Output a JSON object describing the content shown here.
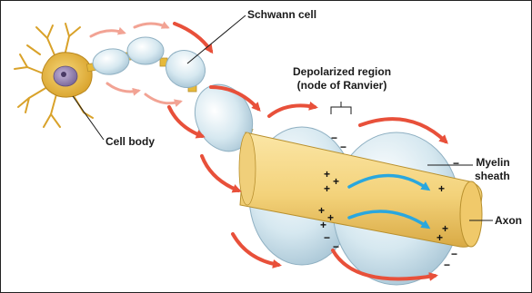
{
  "labels": {
    "schwann_cell": "Schwann cell",
    "depolarized_line1": "Depolarized region",
    "depolarized_line2": "(node of Ranvier)",
    "cell_body": "Cell body",
    "myelin_line1": "Myelin",
    "myelin_line2": "sheath",
    "axon": "Axon"
  },
  "colors": {
    "myelin": "#d6e8f0",
    "myelin_edge": "#8fb0c2",
    "axon": "#f3d27a",
    "axon_edge": "#b8902e",
    "neuron_body": "#e6b93a",
    "nucleus": "#8a79a8",
    "current_arrow": "#e8503a",
    "internal_current": "#2aa7de"
  },
  "charges": {
    "positive": "+",
    "negative": "−"
  }
}
